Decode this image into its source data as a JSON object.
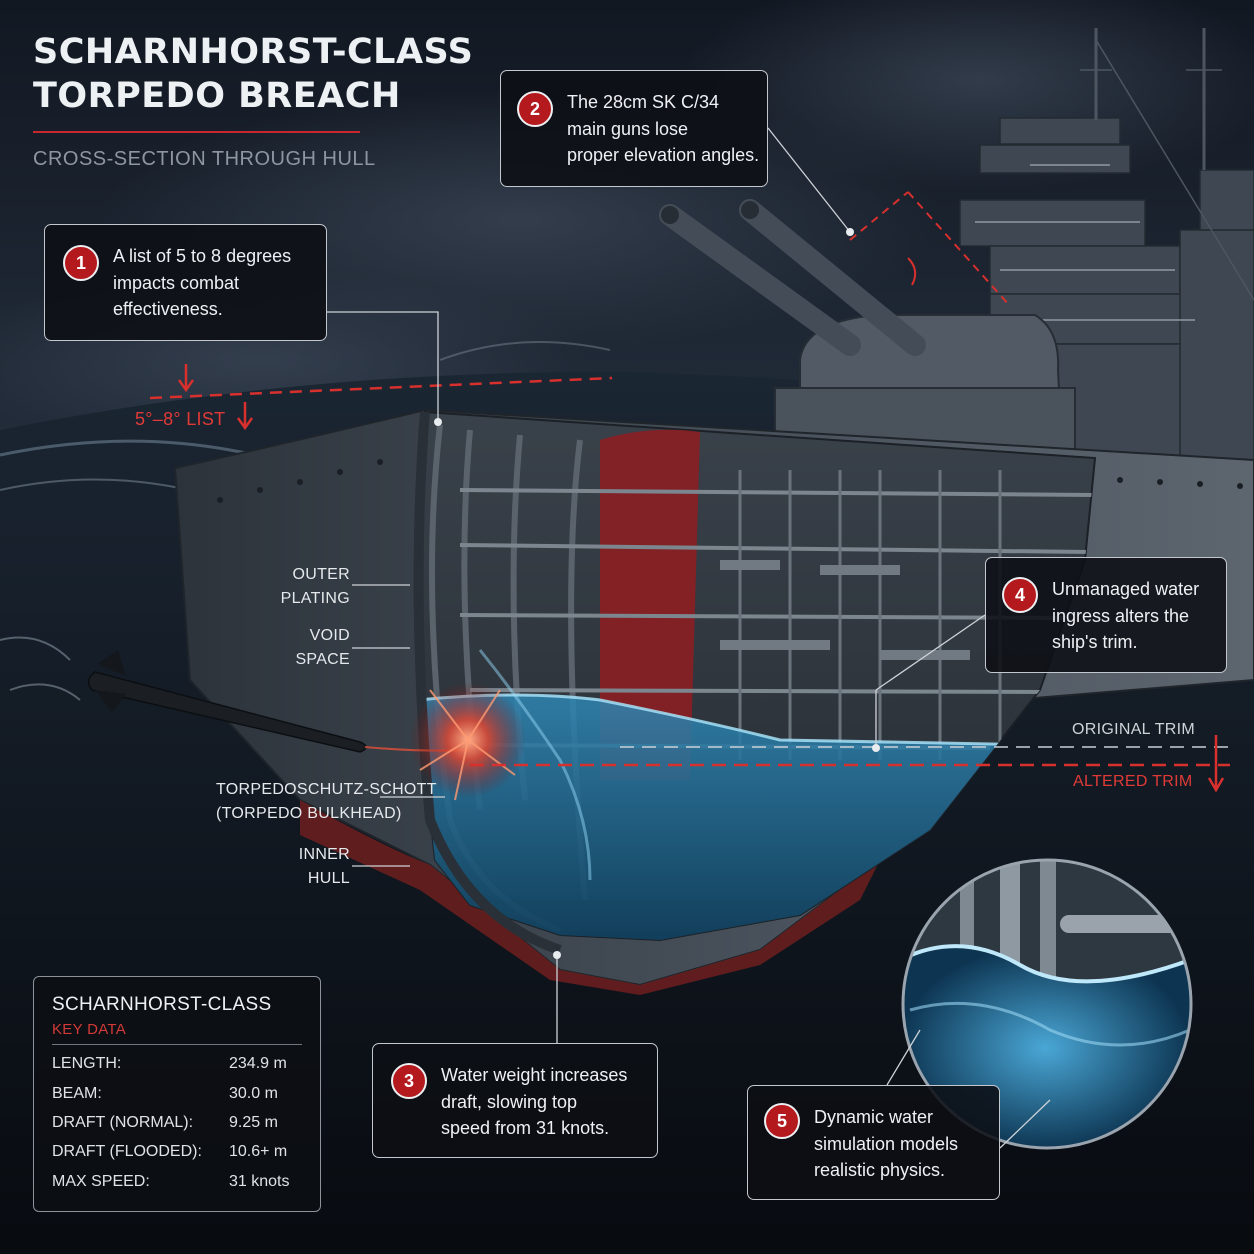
{
  "header": {
    "title_line1": "SCHARNHORST-CLASS",
    "title_line2": "TORPEDO BREACH",
    "subtitle": "CROSS-SECTION THROUGH HULL"
  },
  "callouts": [
    {
      "number": "1",
      "lines": [
        "A list of 5 to 8 degrees",
        "impacts combat",
        "effectiveness."
      ]
    },
    {
      "number": "2",
      "lines": [
        "The 28cm SK C/34",
        "main guns lose",
        "proper elevation angles."
      ]
    },
    {
      "number": "3",
      "lines": [
        "Water weight increases",
        "draft, slowing top",
        "speed from 31 knots."
      ]
    },
    {
      "number": "4",
      "lines": [
        "Unmanaged water",
        "ingress alters the",
        "ship's trim."
      ]
    },
    {
      "number": "5",
      "lines": [
        "Dynamic water",
        "simulation models",
        "realistic physics."
      ]
    }
  ],
  "labels": {
    "list_angle": "5°–8° LIST",
    "outer_plating": [
      "OUTER",
      "PLATING"
    ],
    "void_space": [
      "VOID",
      "SPACE"
    ],
    "torpedo_bulkhead": [
      "TORPEDOSCHUTZ-SCHOTT",
      "(TORPEDO BULKHEAD)"
    ],
    "inner_hull": [
      "INNER",
      "HULL"
    ],
    "original_trim": "ORIGINAL TRIM",
    "altered_trim": "ALTERED TRIM"
  },
  "key_data": {
    "title": "SCHARNHORST-CLASS",
    "subtitle": "KEY DATA",
    "rows": [
      {
        "label": "LENGTH:",
        "value": "234.9 m"
      },
      {
        "label": "BEAM:",
        "value": "30.0 m"
      },
      {
        "label": "DRAFT (NORMAL):",
        "value": "9.25 m"
      },
      {
        "label": "DRAFT (FLOODED):",
        "value": "10.6+ m"
      },
      {
        "label": "MAX SPEED:",
        "value": "31 knots"
      }
    ]
  },
  "colors": {
    "accent_red": "#c8282b",
    "water_blue": "#2f86b3",
    "hull_gray": "#4a535d",
    "sky_dark": "#1b2330"
  }
}
